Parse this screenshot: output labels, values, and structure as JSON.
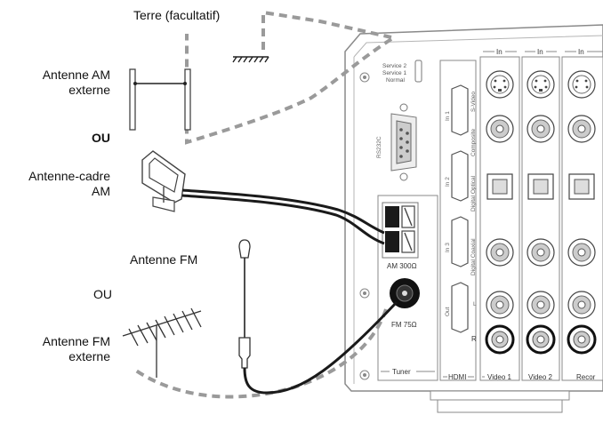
{
  "labels": {
    "ground": "Terre (facultatif)",
    "am_external_line1": "Antenne AM",
    "am_external_line2": "externe",
    "or1": "OU",
    "am_loop_line1": "Antenne-cadre",
    "am_loop_line2": "AM",
    "fm": "Antenne FM",
    "or2": "OU",
    "fm_external_line1": "Antenne FM",
    "fm_external_line2": "externe"
  },
  "panel": {
    "service_switch_line1": "Service 2",
    "service_switch_line2": "Service 1",
    "service_switch_line3": "Normal",
    "rs232c": "RS232C",
    "am_terminal": "AM 300Ω",
    "fm_terminal": "FM 75Ω",
    "tuner": "Tuner",
    "hdmi": "HDMI",
    "hdmi_in1": "In 1",
    "hdmi_in2": "In 2",
    "hdmi_in3": "In 3",
    "hdmi_out": "Out",
    "video1": "Video 1",
    "video2": "Video 2",
    "record": "Recor",
    "in_label": "In",
    "svideo": "S-Video",
    "composite": "Composite",
    "digital_optical": "Digital Optical",
    "digital_coaxial": "Digital Coaxial",
    "l": "L",
    "r": "R"
  }
}
